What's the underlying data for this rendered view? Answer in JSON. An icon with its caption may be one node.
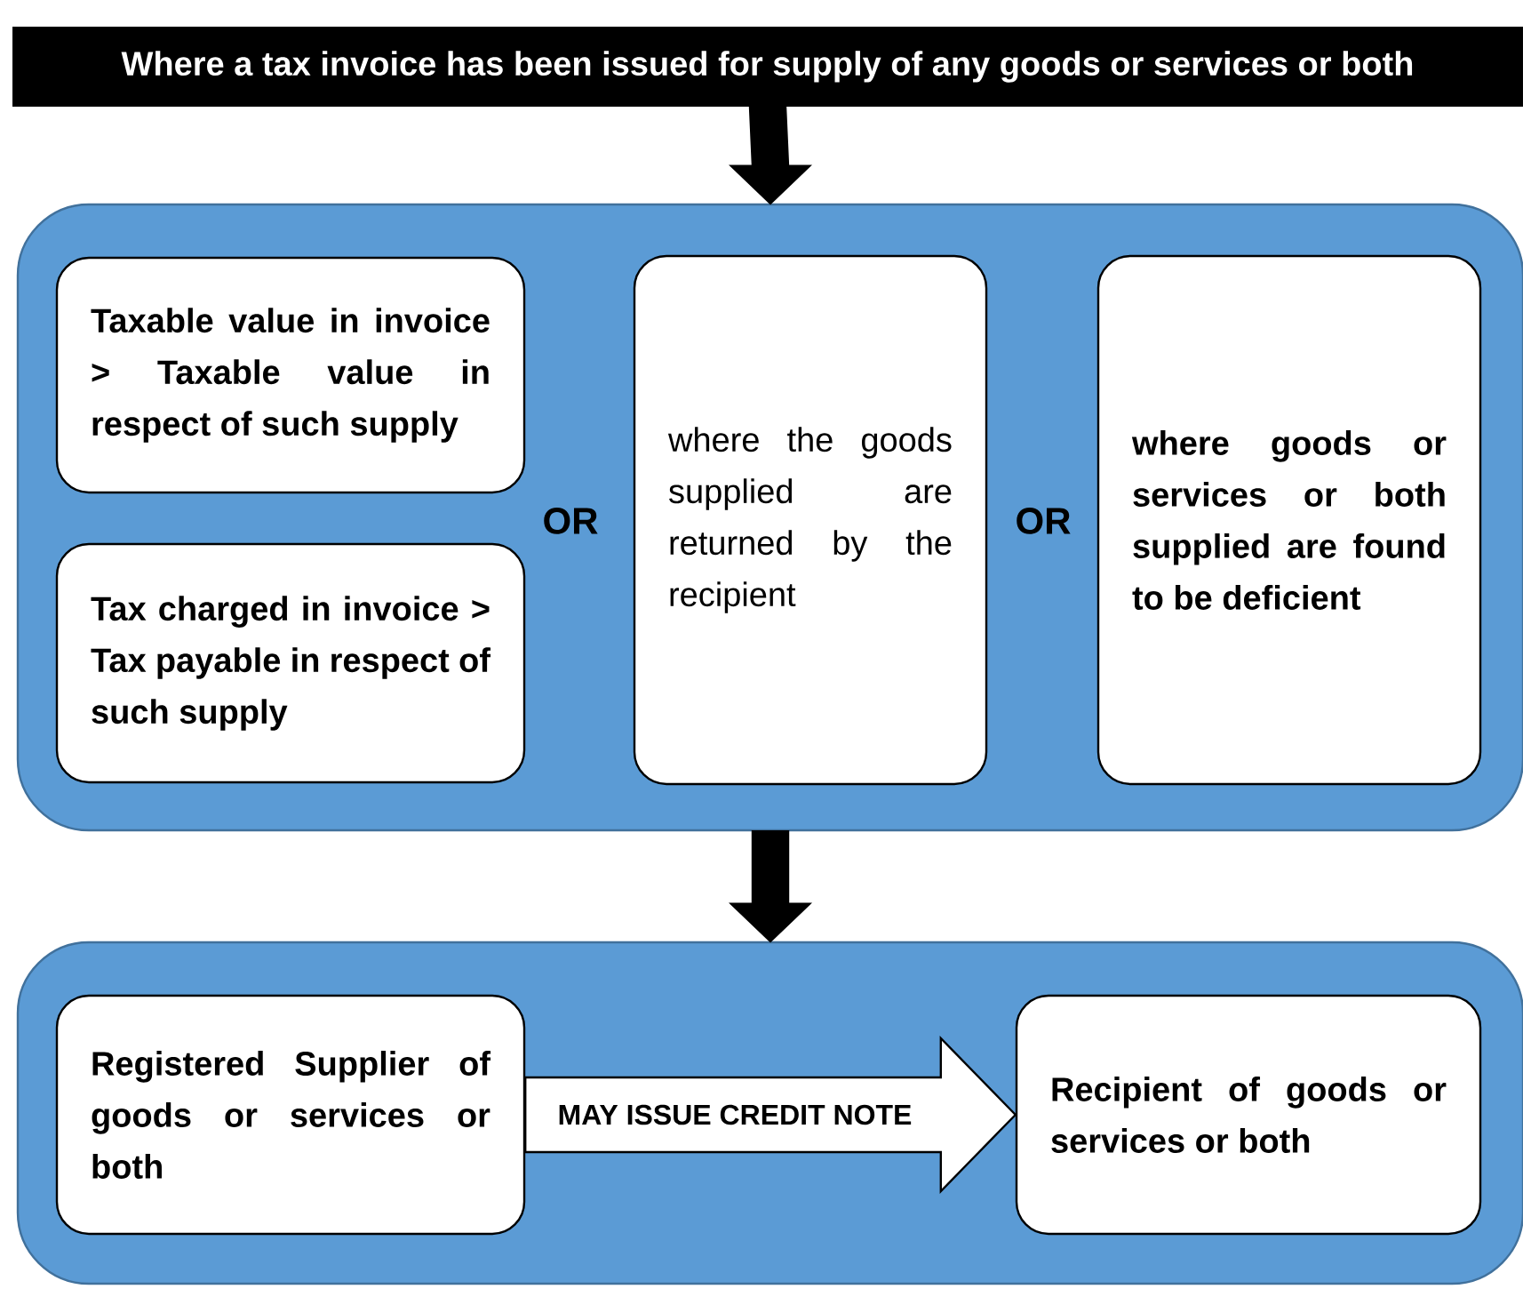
{
  "diagram": {
    "nodes": [
      {
        "text": [
          "Where a tax invoice has been issued for supply of any goods or services or both"
        ]
      },
      {
        "text": [],
        "shape": "box"
      },
      {
        "text": [
          "Taxable value in invoice > Taxable value in respect of such supply"
        ],
        "in": 1
      },
      {
        "text": [
          "Tax charged in invoice > Tax payable in respect of such supply"
        ],
        "in": 1
      },
      {
        "text": [
          "where the goods supplied are returned by the recipient"
        ],
        "in": 1
      },
      {
        "text": [
          "where goods or services or both supplied are found to be deficient"
        ],
        "in": 1
      },
      {
        "text": [],
        "shape": "box"
      },
      {
        "text": [
          "Registered Supplier of goods or services or both"
        ],
        "in": 6
      },
      {
        "text": [
          "Recipient of goods or services or both"
        ],
        "in": 6
      }
    ],
    "edges": [
      {
        "from": 0,
        "to": 1,
        "arrow": "to"
      },
      {
        "from": 1,
        "to": 6,
        "arrow": "to"
      },
      {
        "from": 7,
        "to": 8,
        "arrow": "to",
        "label": "MAY ISSUE CREDIT NOTE",
        "color": "#ffffff"
      }
    ],
    "labels": [
      "OR",
      "OR"
    ]
  }
}
